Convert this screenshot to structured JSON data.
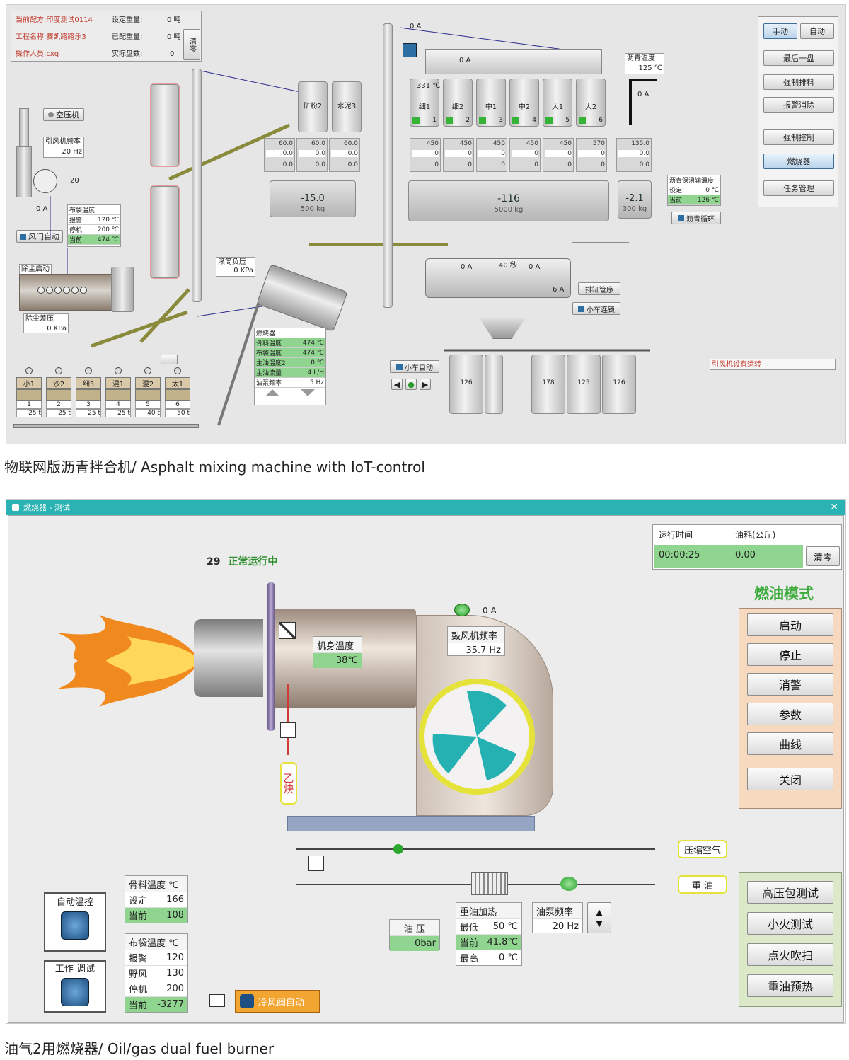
{
  "top": {
    "info": {
      "recipe_label": "当前配方:",
      "recipe_value": "印度测试0114",
      "project_label": "工程名称:",
      "project_value": "赛凯路路乐3",
      "operator_label": "操作人员:",
      "operator_value": "cxq",
      "design_label": "设定重量:",
      "design_value": "0 吨",
      "produced_label": "已配重量:",
      "produced_value": "0 吨",
      "batches_label": "实际盘数:",
      "batches_value": "0",
      "clear_btn": "清零"
    },
    "controls": {
      "manual": "手动",
      "auto": "自动",
      "last_batch": "最后一盘",
      "force_discharge": "强制排料",
      "alarm_clear": "报警消除",
      "fan_ctrl": "强制控制",
      "burner": "燃烧器",
      "task_mgmt": "任务管理"
    },
    "left": {
      "compressor_btn": "空压机",
      "fan_freq_label": "引风机频率",
      "fan_freq_value": "20 Hz",
      "fan_small_value": "20",
      "fan_current": "0 A",
      "bag_label": "布袋温度",
      "bag_alarm_label": "报警",
      "bag_alarm_value": "120 ℃",
      "bag_stop_label": "停机",
      "bag_stop_value": "200 ℃",
      "bag_now_label": "当前",
      "bag_now_value": "474 ℃",
      "damper_btn": "风门自动",
      "dust_label": "除尘启动",
      "dust_press_label": "除尘差压",
      "dust_press_value": "0 KPa",
      "drum_press_label": "滚筒负压",
      "drum_press_value": "0 KPa"
    },
    "silos": [
      "矿粉2",
      "水泥3"
    ],
    "cold_bins": [
      {
        "name": "小1",
        "idx": "1",
        "val": "25 t"
      },
      {
        "name": "沙2",
        "idx": "2",
        "val": "25 t"
      },
      {
        "name": "细3",
        "idx": "3",
        "val": "25 t"
      },
      {
        "name": "混1",
        "idx": "4",
        "val": "25 t"
      },
      {
        "name": "混2",
        "idx": "5",
        "val": "40 t"
      },
      {
        "name": "太1",
        "idx": "6",
        "val": "50 t"
      }
    ],
    "hot_bins": [
      {
        "name": "细1",
        "idx": "1",
        "setv": "450",
        "now": "0",
        "cur": "0"
      },
      {
        "name": "细2",
        "idx": "2",
        "setv": "450",
        "now": "0",
        "cur": "0"
      },
      {
        "name": "中1",
        "idx": "3",
        "setv": "450",
        "now": "0",
        "cur": "0"
      },
      {
        "name": "中2",
        "idx": "4",
        "setv": "450",
        "now": "0",
        "cur": "0"
      },
      {
        "name": "大1",
        "idx": "5",
        "setv": "450",
        "now": "0",
        "cur": "0"
      },
      {
        "name": "大2",
        "idx": "6",
        "setv": "570",
        "now": "0",
        "cur": "0"
      }
    ],
    "hot_bin_top": "331 ℃",
    "screen_current": "0 A",
    "elevator_current": "0 A",
    "asphalt_temp_label": "沥青温度",
    "asphalt_temp_value": "125 ℃",
    "asphalt_pump_current": "0 A",
    "powder_gauges": [
      {
        "setv": "60.0",
        "now": "0.0",
        "cur": "0.0"
      },
      {
        "setv": "60.0",
        "now": "0.0",
        "cur": "0.0"
      },
      {
        "setv": "60.0",
        "now": "0.0",
        "cur": "0.0"
      }
    ],
    "asphalt_gauge": {
      "setv": "135.0",
      "now": "0.0",
      "cur": "0.0"
    },
    "powder_scale": {
      "value": "-15.0",
      "cap": "500 kg"
    },
    "agg_scale": {
      "value": "-116",
      "cap": "5000 kg"
    },
    "asphalt_scale": {
      "value": "-2.1",
      "cap": "300 kg"
    },
    "asphalt_heat_label": "沥青保温输温度",
    "asphalt_heat_set_label": "设定",
    "asphalt_heat_set": "0 ℃",
    "asphalt_heat_now_label": "当前",
    "asphalt_heat_now": "126 ℃",
    "asphalt_btn": "沥青循环",
    "mixer": {
      "cur1": "0 A",
      "time": "40 秒",
      "cur2": "0 A",
      "num": "6 A"
    },
    "discharge_btn": "排缸管序",
    "cart_link_btn": "小车连锁",
    "cart_auto_btn": "小车自动",
    "storage": [
      "126",
      "",
      "178",
      "125",
      "126"
    ],
    "burner_box": {
      "title": "燃烧器",
      "rows": [
        {
          "k": "骨料温度",
          "v": "474 ℃"
        },
        {
          "k": "布袋温度",
          "v": "474 ℃"
        },
        {
          "k": "主油温度2",
          "v": "0 ℃"
        },
        {
          "k": "主油流量",
          "v": "4 L/H"
        },
        {
          "k": "油泵频率",
          "v": "5 Hz"
        }
      ]
    },
    "status_alarm": "引风机设有运转"
  },
  "caption_top": "物联网版沥青拌合机/ Asphalt mixing machine with IoT-control",
  "bot": {
    "window_title": "燃烧器 - 测试",
    "status_num": "29",
    "status_text": "正常运行中",
    "run_time_label": "运行时间",
    "run_time_value": "00:00:25",
    "oil_use_label": "油耗(公斤)",
    "oil_use_value": "0.00",
    "clear_btn": "清零",
    "mode_title": "燃油模式",
    "side_buttons": [
      "启动",
      "停止",
      "消警",
      "参数",
      "曲线",
      "关闭"
    ],
    "test_buttons": [
      "高压包测试",
      "小火测试",
      "点火吹扫",
      "重油预热"
    ],
    "body_temp_label": "机身温度",
    "body_temp_value": "38℃",
    "fan_freq_label": "鼓风机频率",
    "fan_freq_value": "35.7  Hz",
    "fan_current": "0 A",
    "acetylene": "乙炔",
    "compressed_air": "压缩空气",
    "heavy_oil": "重 油",
    "agg_temp": {
      "title": "骨料温度 ℃",
      "set_label": "设定",
      "set": "166",
      "now_label": "当前",
      "now": "108"
    },
    "bag_temp": {
      "title": "布袋温度 ℃",
      "alarm_label": "报警",
      "alarm": "120",
      "field_label": "野风",
      "field": "130",
      "stop_label": "停机",
      "stop": "200",
      "now_label": "当前",
      "now": "-3277"
    },
    "oil_press_label": "油 压",
    "oil_press_value": "0bar",
    "heavy_oil_heat": {
      "title": "重油加热",
      "low_label": "最低",
      "low": "50 ℃",
      "now_label": "当前",
      "now": "41.8℃",
      "high_label": "最高",
      "high": "0 ℃"
    },
    "pump_freq_label": "油泵频率",
    "pump_freq_value": "20  Hz",
    "auto_temp": "自动温控",
    "work_mode": "工作   调试",
    "cold_valve_btn": "冷风阀自动"
  },
  "caption_bot": "油气2用燃烧器/ Oil/gas dual fuel burner",
  "colors": {
    "teal": "#2bb3b3",
    "green_cell": "#8fd48f",
    "mode_green": "#3cab3c",
    "alarm_red": "#c0392b",
    "flame": "#f29a1e"
  }
}
